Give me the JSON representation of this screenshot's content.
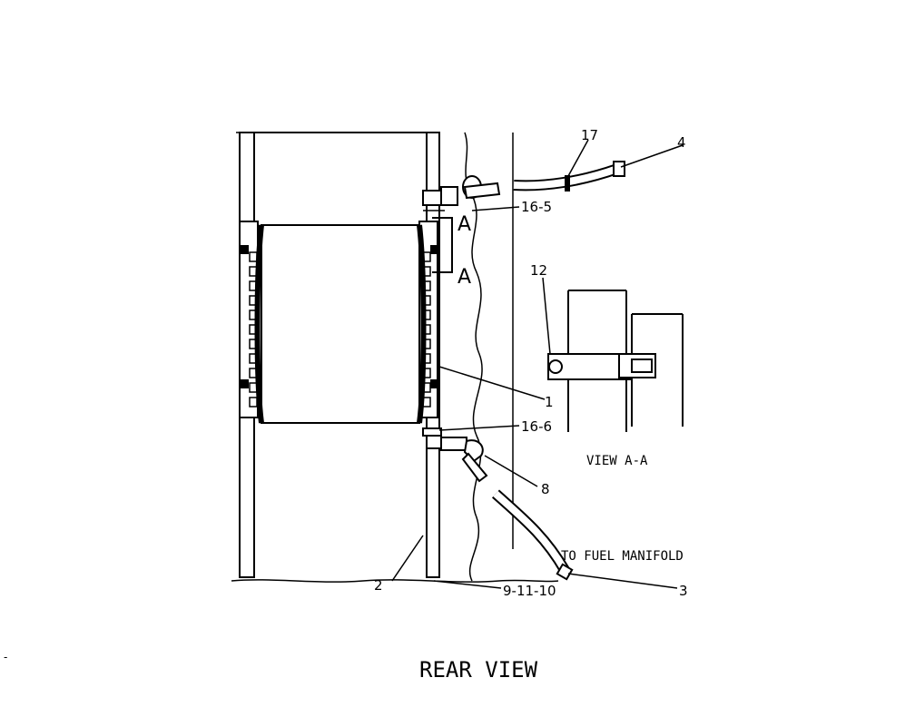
{
  "drawing": {
    "callouts": {
      "c17": "17",
      "c4": "4",
      "c16_5": "16-5",
      "c12": "12",
      "c1": "1",
      "c16_6": "16-6",
      "c8": "8",
      "c2": "2",
      "c9_11_10": "9-11-10",
      "c3": "3"
    },
    "section_marker_top": "A",
    "section_marker_bottom": "A",
    "view_label": "VIEW A-A",
    "destination_label": "TO FUEL MANIFOLD",
    "title": "REAR VIEW",
    "margin_mark": "-"
  }
}
